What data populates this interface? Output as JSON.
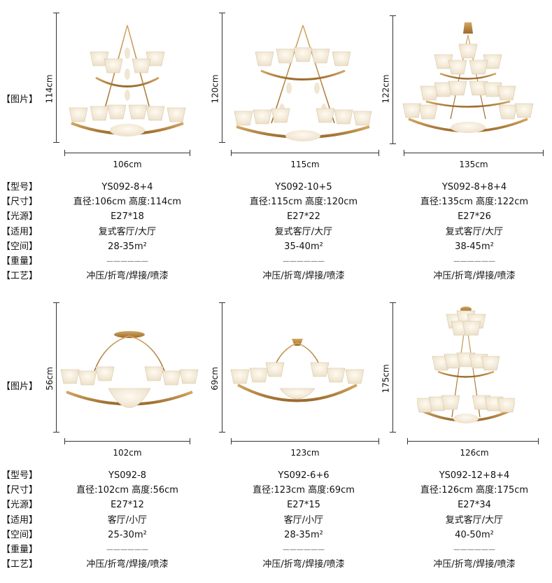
{
  "row_label_image": "【图片】",
  "row_labels": [
    "【型号】",
    "【尺寸】",
    "【光源】",
    "【适用】",
    "【空间】",
    "【重量】",
    "【工艺】"
  ],
  "products": [
    {
      "height": "114cm",
      "width": "106cm",
      "model": "YS092-8+4",
      "size": "直径:106cm 高度:114cm",
      "light": "E27*18",
      "use": "复式客厅/大厅",
      "space": "28-35m²",
      "weight": "——————",
      "craft": "冲压/折弯/焊接/喷漆"
    },
    {
      "height": "120cm",
      "width": "115cm",
      "model": "YS092-10+5",
      "size": "直径:115cm 高度:120cm",
      "light": "E27*22",
      "use": "复式客厅/大厅",
      "space": "35-40m²",
      "weight": "——————",
      "craft": "冲压/折弯/焊接/喷漆"
    },
    {
      "height": "122cm",
      "width": "135cm",
      "model": "YS092-8+8+4",
      "size": "直径:135cm 高度:122cm",
      "light": "E27*26",
      "use": "复式客厅/大厅",
      "space": "38-45m²",
      "weight": "——————",
      "craft": "冲压/折弯/焊接/喷漆"
    },
    {
      "height": "56cm",
      "width": "102cm",
      "model": "YS092-8",
      "size": "直径:102cm 高度:56cm",
      "light": "E27*12",
      "use": "客厅/小厅",
      "space": "25-30m²",
      "weight": "——————",
      "craft": "冲压/折弯/焊接/喷漆"
    },
    {
      "height": "69cm",
      "width": "123cm",
      "model": "YS092-6+6",
      "size": "直径:123cm 高度:69cm",
      "light": "E27*15",
      "use": "客厅/小厅",
      "space": "28-35m²",
      "weight": "——————",
      "craft": "冲压/折弯/焊接/喷漆"
    },
    {
      "height": "175cm",
      "width": "126cm",
      "model": "YS092-12+8+4",
      "size": "直径:126cm 高度:175cm",
      "light": "E27*34",
      "use": "复式客厅/大厅",
      "space": "40-50m²",
      "weight": "——————",
      "craft": "冲压/折弯/焊接/喷漆"
    }
  ],
  "colors": {
    "brass": "#b98a4a",
    "shade": "#f3ebdd",
    "glow": "#fff6e4"
  }
}
